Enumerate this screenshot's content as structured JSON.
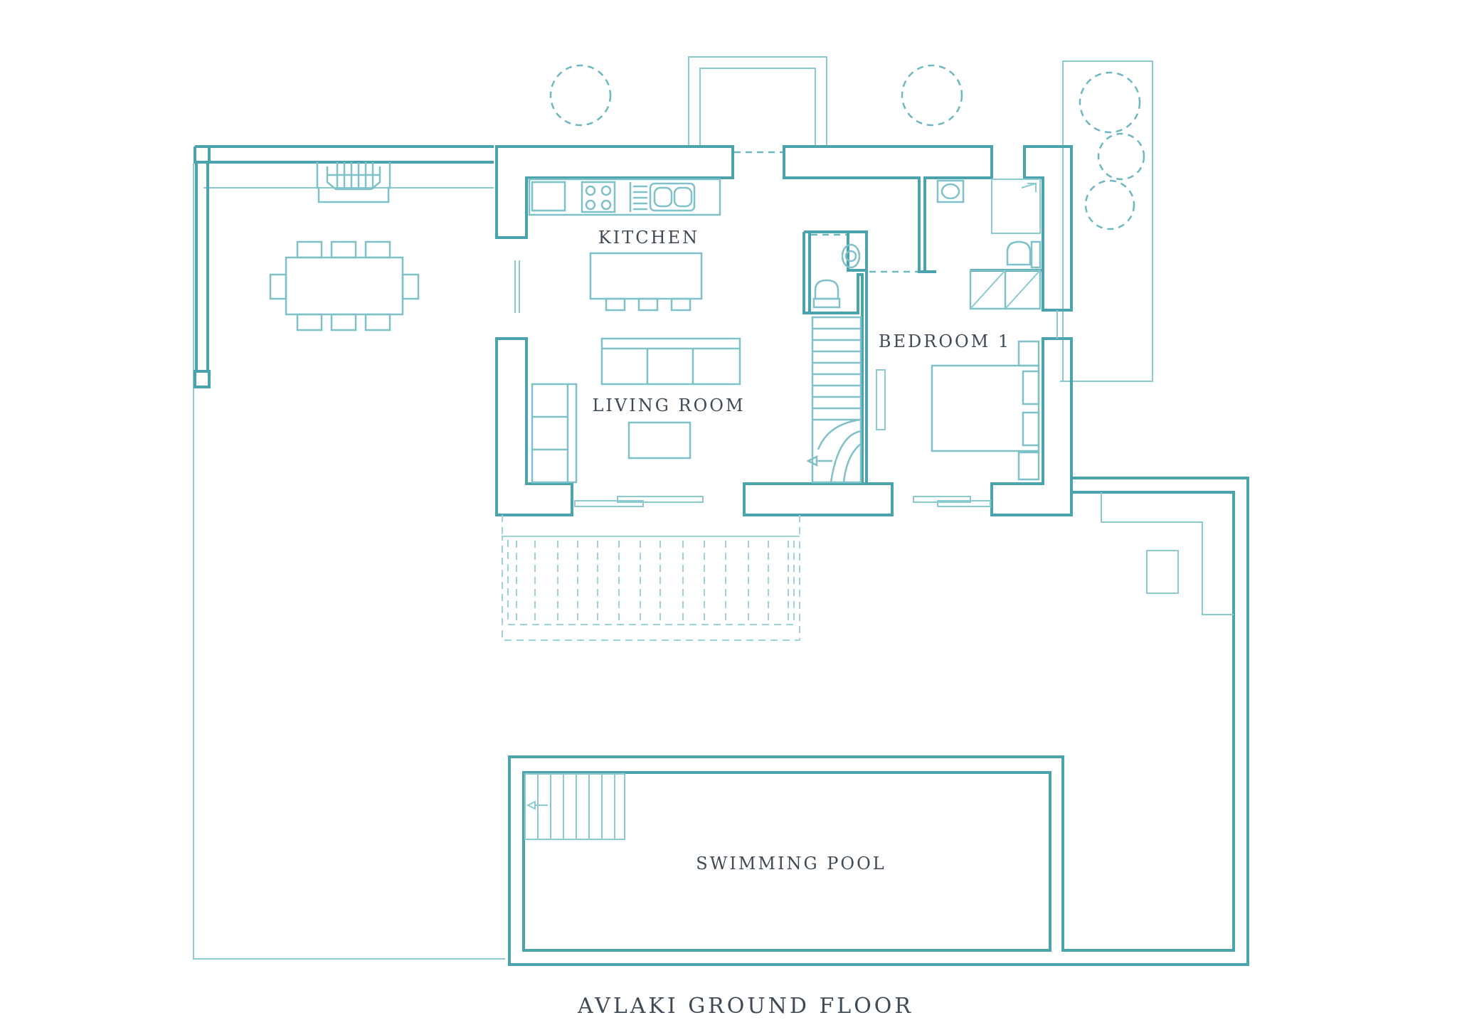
{
  "plan": {
    "title": "AVLAKI GROUND FLOOR",
    "rooms": {
      "kitchen": "KITCHEN",
      "living_room": "LIVING ROOM",
      "bedroom_1": "BEDROOM 1",
      "swimming_pool": "SWIMMING POOL"
    },
    "colors": {
      "wall": "#4aa3ad",
      "line": "#8ccad1",
      "text": "#3f4a55",
      "background": "#ffffff"
    }
  }
}
